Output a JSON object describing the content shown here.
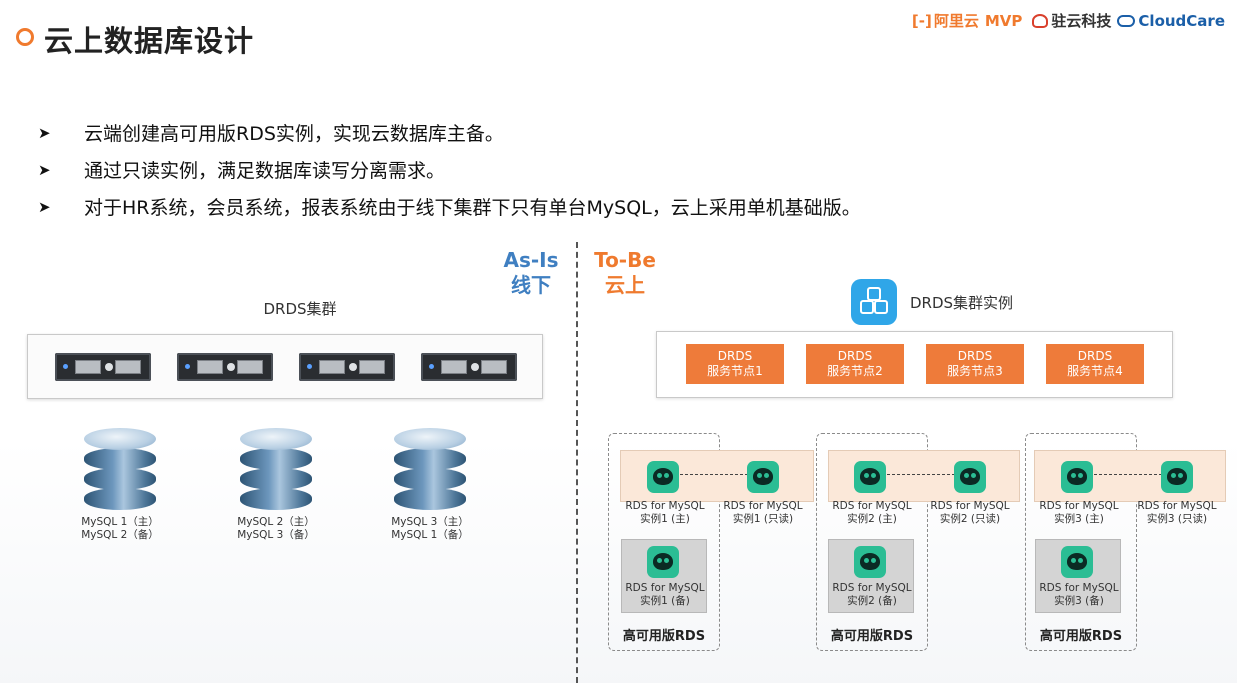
{
  "header": {
    "title": "云上数据库设计",
    "logos": {
      "aliyun_bracket": "[-]",
      "aliyun": "阿里云",
      "mvp": "MVP",
      "zhuyun": "驻云科技",
      "cloudcare": "CloudCare"
    }
  },
  "bullets": [
    "云端创建高可用版RDS实例，实现云数据库主备。",
    "通过只读实例，满足数据库读写分离需求。",
    "对于HR系统，会员系统，报表系统由于线下集群下只有单台MySQL，云上采用单机基础版。"
  ],
  "bullet_marker": "➤",
  "as_is": {
    "tag_line1": "As-Is",
    "tag_line2": "线下",
    "cluster_label": "DRDS集群",
    "databases": [
      {
        "line1": "MySQL 1（主）",
        "line2": "MySQL 2（备）"
      },
      {
        "line1": "MySQL 2（主）",
        "line2": "MySQL 3（备）"
      },
      {
        "line1": "MySQL 3（主）",
        "line2": "MySQL 1（备）"
      }
    ]
  },
  "to_be": {
    "tag_line1": "To-Be",
    "tag_line2": "云上",
    "cluster_title": "DRDS集群实例",
    "nodes": [
      {
        "line1": "DRDS",
        "line2": "服务节点1"
      },
      {
        "line1": "DRDS",
        "line2": "服务节点2"
      },
      {
        "line1": "DRDS",
        "line2": "服务节点3"
      },
      {
        "line1": "DRDS",
        "line2": "服务节点4"
      }
    ],
    "rds_groups": [
      {
        "caption": "高可用版RDS",
        "primary": {
          "line1": "RDS for MySQL",
          "line2": "实例1 (主)"
        },
        "readonly": {
          "line1": "RDS for MySQL",
          "line2": "实例1 (只读)"
        },
        "standby": {
          "line1": "RDS for MySQL",
          "line2": "实例1 (备)"
        }
      },
      {
        "caption": "高可用版RDS",
        "primary": {
          "line1": "RDS for MySQL",
          "line2": "实例2 (主)"
        },
        "readonly": {
          "line1": "RDS for MySQL",
          "line2": "实例2 (只读)"
        },
        "standby": {
          "line1": "RDS for MySQL",
          "line2": "实例2 (备)"
        }
      },
      {
        "caption": "高可用版RDS",
        "primary": {
          "line1": "RDS for MySQL",
          "line2": "实例3 (主)"
        },
        "readonly": {
          "line1": "RDS for MySQL",
          "line2": "实例3 (只读)"
        },
        "standby": {
          "line1": "RDS for MySQL",
          "line2": "实例3 (备)"
        }
      }
    ]
  },
  "colors": {
    "accent_orange": "#ee7b3a",
    "as_is_blue": "#3f7fc1",
    "rds_teal": "#2bbd94"
  }
}
